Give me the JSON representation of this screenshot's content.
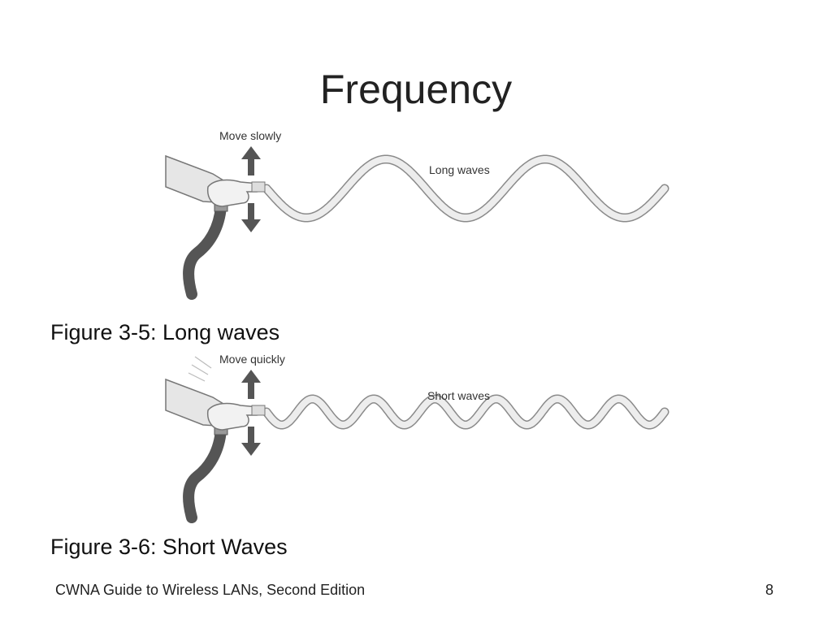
{
  "slide": {
    "title": "Frequency",
    "footer": "CWNA Guide to Wireless LANs, Second Edition",
    "page_number": "8"
  },
  "figure_long": {
    "move_label": "Move slowly",
    "wave_label": "Long waves",
    "caption": "Figure 3-5: Long waves",
    "cycles": 2.5
  },
  "figure_short": {
    "move_label": "Move quickly",
    "wave_label": "Short waves",
    "caption": "Figure 3-6: Short Waves",
    "cycles": 6.5
  },
  "colors": {
    "arrow": "#555555",
    "hose": "#555555",
    "hose_outline": "#8a8a8a",
    "hose_fill": "#ededed",
    "sleeve": "#e6e6e6",
    "hand": "#f2f2f2"
  },
  "icons": {
    "up_arrow": "up-arrow-icon",
    "down_arrow": "down-arrow-icon"
  }
}
